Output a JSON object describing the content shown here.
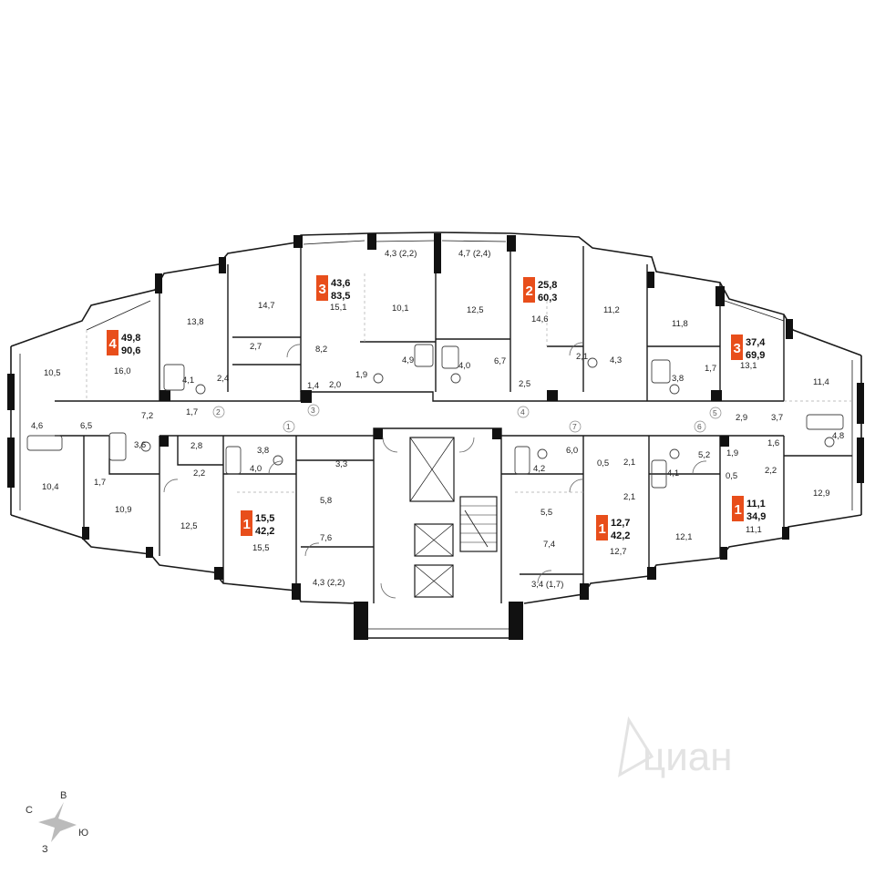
{
  "accent_color": "#e84e1b",
  "apartments": [
    {
      "rooms": "4",
      "living": "49,8",
      "total": "90,6"
    },
    {
      "rooms": "3",
      "living": "43,6",
      "total": "83,5"
    },
    {
      "rooms": "2",
      "living": "25,8",
      "total": "60,3"
    },
    {
      "rooms": "3",
      "living": "37,4",
      "total": "69,9"
    },
    {
      "rooms": "1",
      "living": "15,5",
      "total": "42,2"
    },
    {
      "rooms": "1",
      "living": "12,7",
      "total": "42,2"
    },
    {
      "rooms": "1",
      "living": "11,1",
      "total": "34,9"
    }
  ],
  "rooms": [
    "10,5",
    "16,0",
    "13,8",
    "14,7",
    "2,7",
    "4,1",
    "2,4",
    "15,1",
    "8,2",
    "1,4",
    "2,0",
    "1,9",
    "10,1",
    "4,9",
    "4,3 (2,2)",
    "4,7 (2,4)",
    "12,5",
    "4,0",
    "6,7",
    "2,5",
    "14,6",
    "11,2",
    "2,1",
    "4,3",
    "11,8",
    "3,8",
    "1,7",
    "13,1",
    "11,4",
    "4,6",
    "6,5",
    "7,2",
    "1,7",
    "3,6",
    "2,8",
    "10,4",
    "1,7",
    "10,9",
    "2,2",
    "12,5",
    "3,8",
    "3,3",
    "4,0",
    "5,8",
    "15,5",
    "7,6",
    "4,3 (2,2)",
    "4,2",
    "6,0",
    "0,5",
    "2,1",
    "2,1",
    "5,5",
    "7,4",
    "12,7",
    "3,4 (1,7)",
    "4,1",
    "12,1",
    "5,2",
    "1,9",
    "0,5",
    "2,9",
    "3,7",
    "1,6",
    "4,8",
    "2,2",
    "12,9",
    "11,1"
  ],
  "door_numbers": [
    "1",
    "2",
    "3",
    "4",
    "5",
    "6",
    "7"
  ],
  "compass": {
    "north": "В",
    "west": "С",
    "east": "Ю",
    "south": "З"
  },
  "watermark": "циан"
}
